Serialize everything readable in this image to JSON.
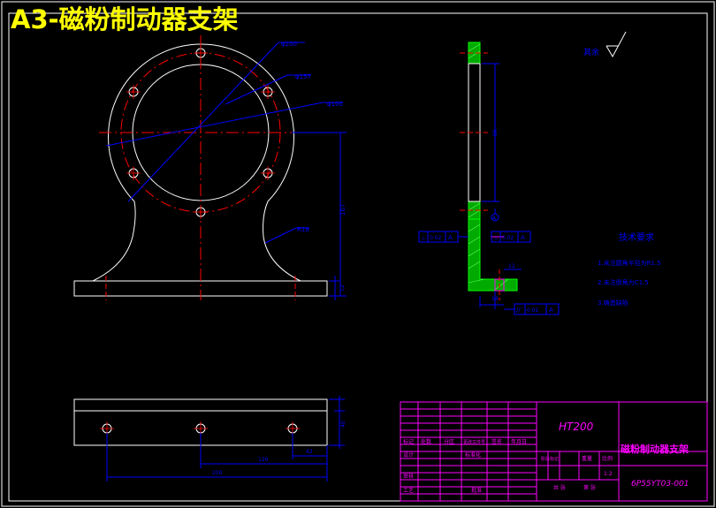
{
  "title": "A3-磁粉制动器支架",
  "roughness_note": "其余",
  "dimensions": {
    "d_outer_circle": "φ200",
    "d_hole_circle": "φ157",
    "d_bore": "φ100",
    "r_fillet": "R18",
    "height": "167",
    "holes": "ø12",
    "base_thickness": "12",
    "bottom_span": "120",
    "bottom_width": "200",
    "bottom_offset": "42",
    "bottom_depth": "40",
    "side_height": "86",
    "side_gap": "12",
    "side_base": "14"
  },
  "tolerances": {
    "frame_left": [
      "⊥",
      "0.02",
      "A"
    ],
    "frame_right": [
      "⊥",
      "0.02",
      "A"
    ],
    "frame_bottom": [
      "//",
      "0.02",
      "A"
    ],
    "datum": "A"
  },
  "tech_req": {
    "title": "技术要求",
    "items": [
      "1.未注圆角半径为R1.5",
      "2.未注倒角为C1.5",
      "3.铸造缺陷"
    ]
  },
  "title_block": {
    "material": "HT200",
    "part_name": "磁粉制动器支架",
    "drawing_no": "6P55YT03-001",
    "header_cells": [
      "标记",
      "处数",
      "分区",
      "更改文件号",
      "签名",
      "年月日"
    ],
    "left_rows": [
      "设计",
      "审核",
      "工艺"
    ],
    "standardize": "标准化",
    "approve": "批准",
    "stage_labels": [
      "阶段标记",
      "重量",
      "比例"
    ],
    "scale": "1:2",
    "sheet_info": [
      "共 张",
      "第 张"
    ]
  },
  "colors": {
    "background": "#000000",
    "outline": "#ffffff",
    "center": "#ff0000",
    "dimension": "#0000ff",
    "hatch": "#00cc00",
    "accent": "#ff00ff",
    "title": "#ffff00"
  }
}
